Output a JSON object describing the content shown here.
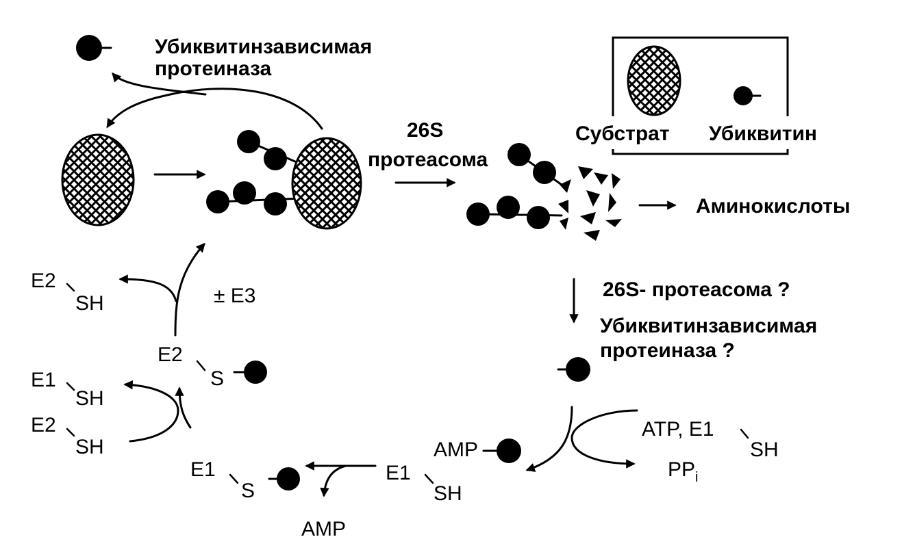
{
  "labels": {
    "protease_top": [
      "Убиквитинзависимая",
      "протеиназа"
    ],
    "proteasome_26s": [
      "26S",
      "протеасома"
    ],
    "legend_substrate": "Субстрат",
    "legend_ubiquitin": "Убиквитин",
    "amino_acids": "Аминокислоты",
    "question_proteasome": "26S- протеасома ?",
    "question_protease": [
      "Убиквитинзависимая",
      "протеиназа ?"
    ],
    "pm_e3": "± E3",
    "e2": "E2",
    "e1": "E1",
    "sh": "SH",
    "s": "S",
    "amp": "AMP",
    "atp_e1": "ATP, E1",
    "pp": "PP",
    "pp_sub": "i"
  },
  "colors": {
    "ink": "#000000",
    "paper": "#ffffff"
  }
}
